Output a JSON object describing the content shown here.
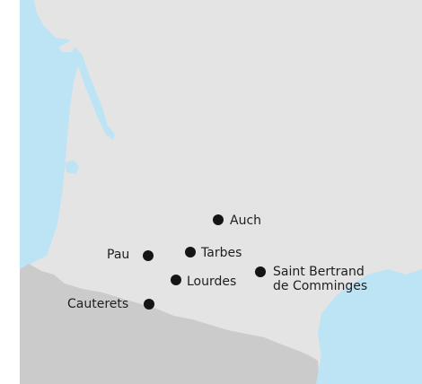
{
  "map": {
    "colors": {
      "sea": "#bde4f4",
      "land": "#e4e4e4",
      "mountains": "#cbcbcb",
      "dot": "#151515",
      "text": "#1e1e1e"
    },
    "cities": [
      {
        "id": "auch",
        "label": "Auch"
      },
      {
        "id": "pau",
        "label": "Pau"
      },
      {
        "id": "tarbes",
        "label": "Tarbes"
      },
      {
        "id": "lourdes",
        "label": "Lourdes"
      },
      {
        "id": "saint-bertrand",
        "label_line1": "Saint Bertrand",
        "label_line2": "de Comminges"
      },
      {
        "id": "cauterets",
        "label": "Cauterets"
      }
    ]
  }
}
